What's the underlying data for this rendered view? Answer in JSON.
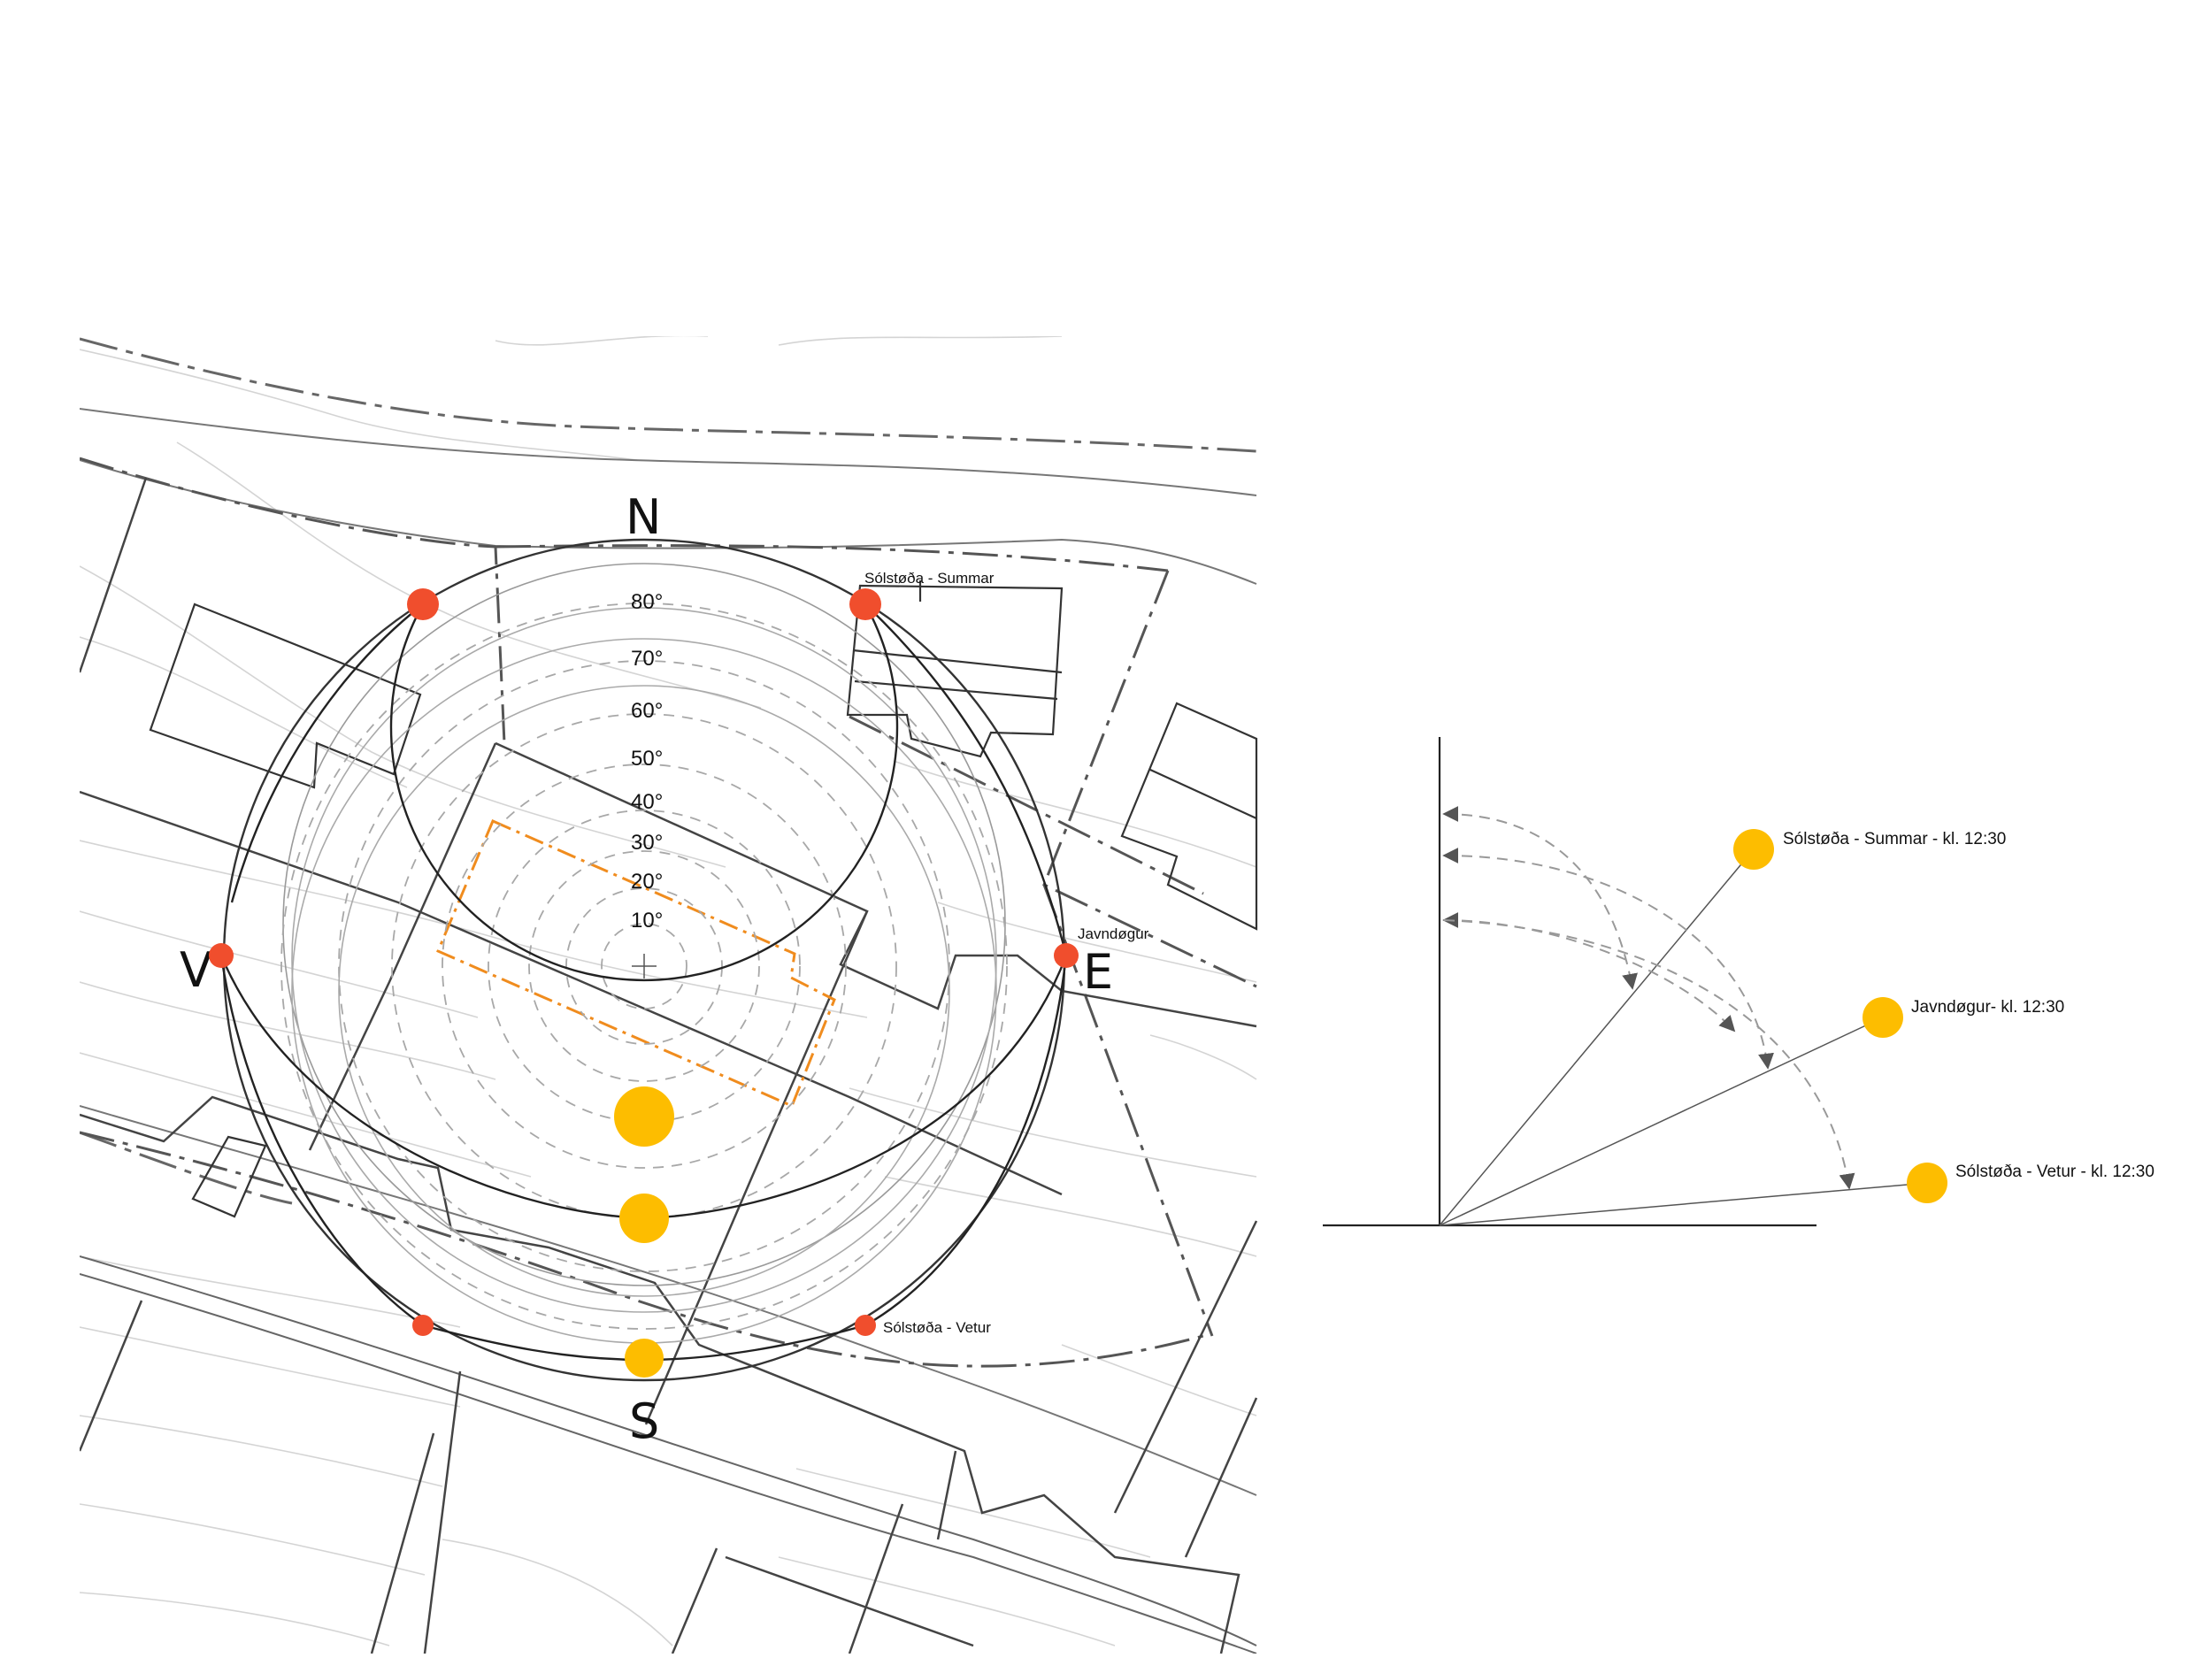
{
  "compass": {
    "north": "N",
    "south": "S",
    "east": "E",
    "west": "V"
  },
  "altitude_rings": [
    "80°",
    "70°",
    "60°",
    "50°",
    "40°",
    "30°",
    "20°",
    "10°"
  ],
  "sunpath_labels": {
    "summer": "Sólstøða - Summar",
    "equinox": "Javndøgur",
    "winter": "Sólstøða - Vetur"
  },
  "noon_labels": {
    "summer": "Sólstøða - Summar - kl. 12:30",
    "equinox": "Javndøgur- kl. 12:30",
    "winter": "Sólstøða - Vetur - kl. 12:30"
  },
  "colors": {
    "sun_noon": "#fdbd00",
    "sun_rise_set": "#f04e2d",
    "site_outline": "#f08c1e",
    "line": "#222222",
    "ring": "#9a9a9a",
    "contour": "#d2d2d2"
  }
}
